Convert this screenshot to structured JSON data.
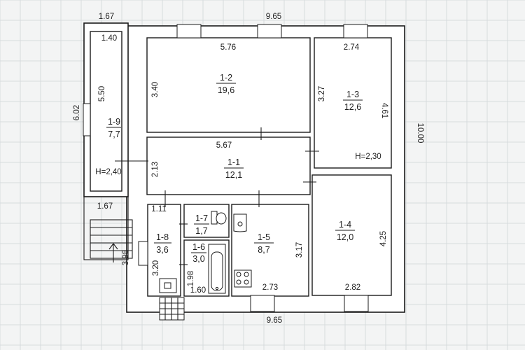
{
  "dimensions": {
    "top_left_width": "1.67",
    "top_total": "9.65",
    "bottom_total": "9.65",
    "left_height": "6.02",
    "right_height": "10.00",
    "porch_width": "1.67",
    "porch_depth": "3.98"
  },
  "rooms": [
    {
      "id": "1-1",
      "area": "12,1",
      "dims": [
        "5.67",
        "2.13"
      ]
    },
    {
      "id": "1-2",
      "area": "19,6",
      "dims": [
        "5.76",
        "3.40"
      ]
    },
    {
      "id": "1-3",
      "area": "12,6",
      "dims": [
        "2.74",
        "3.27",
        "4.61"
      ],
      "height_note": "H=2,30"
    },
    {
      "id": "1-4",
      "area": "12,0",
      "dims": [
        "4.25",
        "2.82"
      ]
    },
    {
      "id": "1-5",
      "area": "8,7",
      "dims": [
        "3.17",
        "2.73"
      ]
    },
    {
      "id": "1-6",
      "area": "3,0",
      "dims": [
        "1.98",
        "1.60"
      ]
    },
    {
      "id": "1-7",
      "area": "1,7",
      "dims": []
    },
    {
      "id": "1-8",
      "area": "3,6",
      "dims": [
        "1.11",
        "3.20"
      ]
    },
    {
      "id": "1-9",
      "area": "7,7",
      "dims": [
        "1.40",
        "5.50"
      ],
      "height_note": "H=2,40"
    }
  ]
}
